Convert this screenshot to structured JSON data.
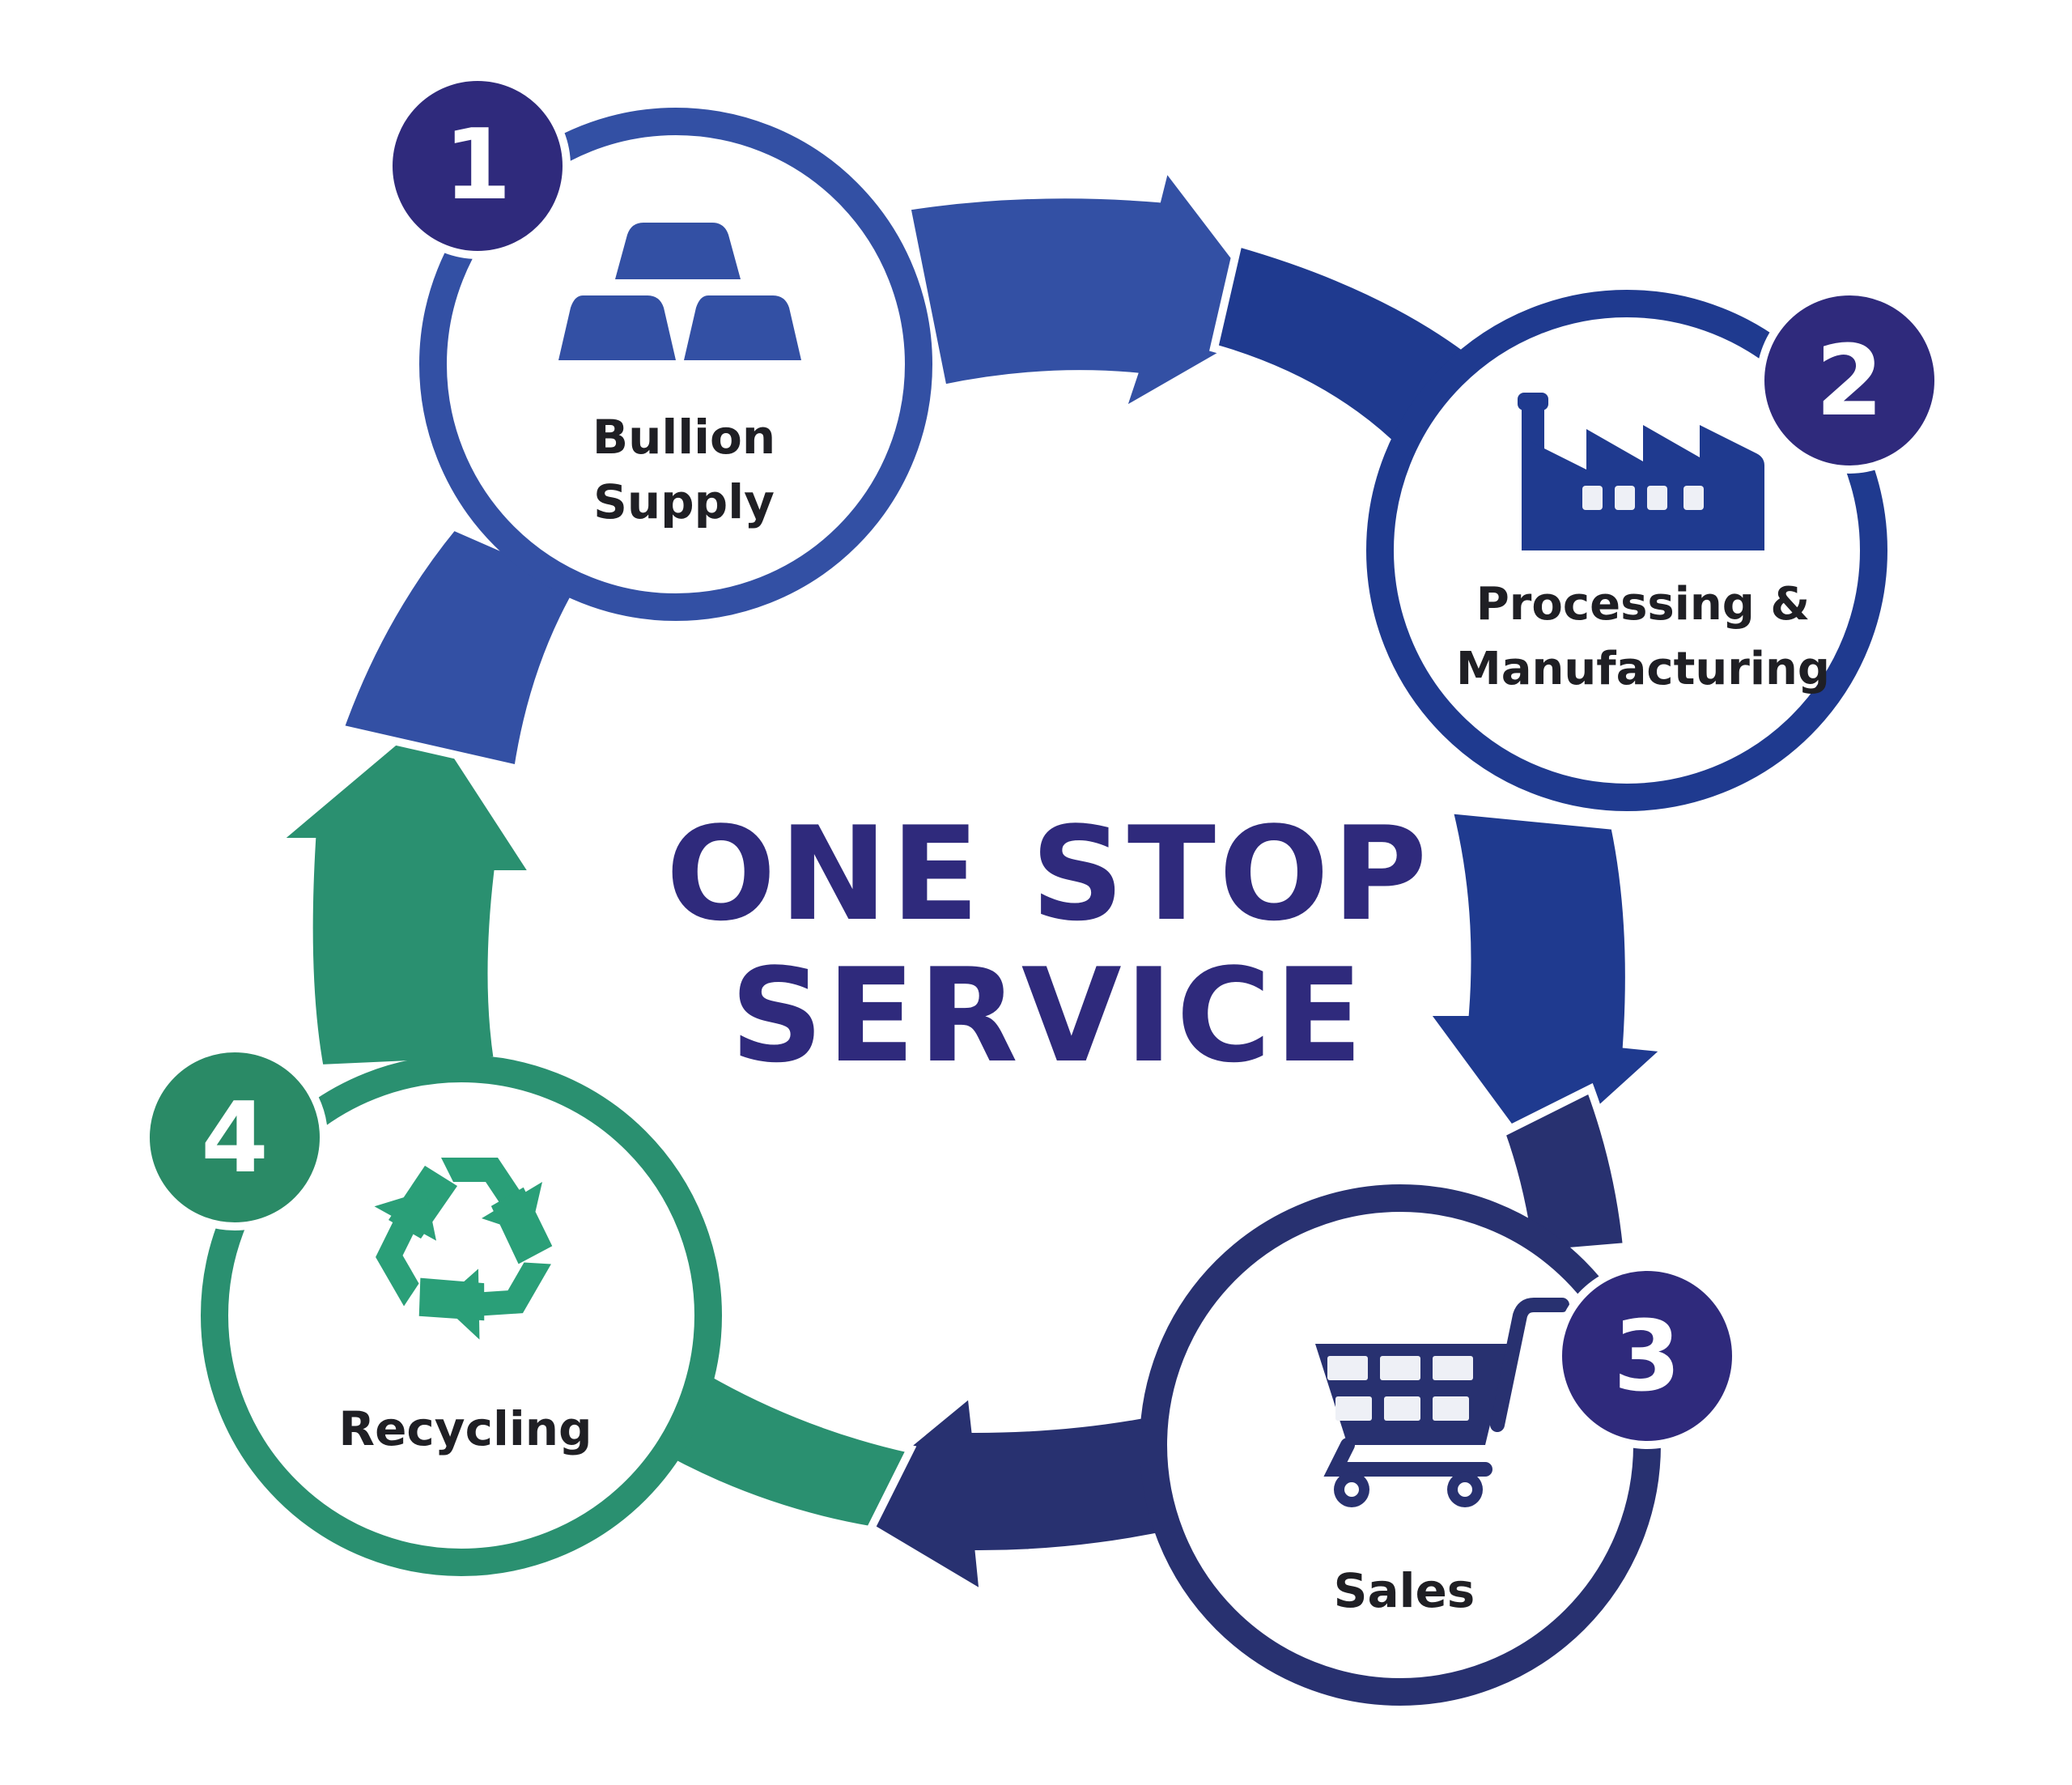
{
  "center": {
    "line1": "ONE STOP",
    "line2": "SERVICE",
    "color": "#2f2a7c"
  },
  "colors": {
    "blue_light": "#3350a4",
    "blue_mid": "#1f3a8f",
    "navy": "#283170",
    "green": "#2a9070",
    "badge_purple": "#2f2a7c",
    "badge_green": "#2a8a66"
  },
  "stages": [
    {
      "number": "1",
      "label_lines": [
        "Bullion",
        "Supply"
      ],
      "icon": "gold-bars-icon"
    },
    {
      "number": "2",
      "label_lines": [
        "Processing &",
        "Manufacturing"
      ],
      "icon": "factory-icon"
    },
    {
      "number": "3",
      "label_lines": [
        "Sales"
      ],
      "icon": "shopping-cart-icon"
    },
    {
      "number": "4",
      "label_lines": [
        "Recycling"
      ],
      "icon": "recycle-icon"
    }
  ]
}
